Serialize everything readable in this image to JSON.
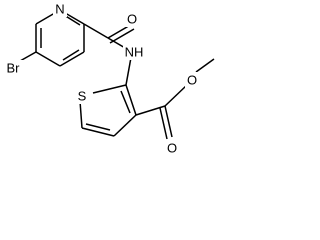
{
  "molecule": {
    "atoms": {
      "pyridine_n": "N",
      "carbonyl_o_amide": "O",
      "amide_n": "NH",
      "bromine": "Br",
      "thiophene_s": "S",
      "ester_o_carbonyl": "O",
      "ester_o_single": "O"
    }
  }
}
